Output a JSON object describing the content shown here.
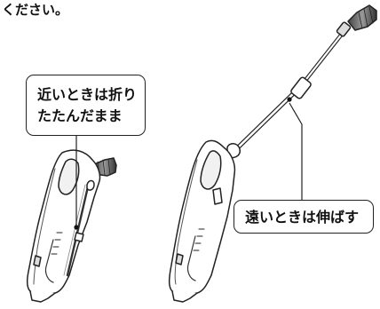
{
  "header": {
    "partial_text": "ください。"
  },
  "callouts": {
    "near": {
      "line1": "近いときは折り",
      "line2": "たたんだまま"
    },
    "far": {
      "label": "遠いときは伸ばす"
    }
  },
  "figures": {
    "folded": {
      "icon": "sprayer-handle-folded-icon"
    },
    "extended": {
      "icon": "sprayer-handle-extended-icon"
    }
  }
}
